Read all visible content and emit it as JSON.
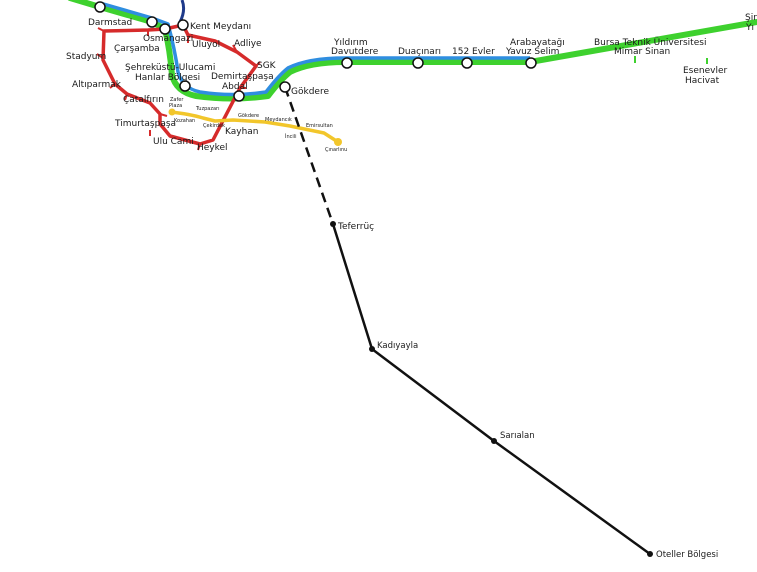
{
  "colors": {
    "green_line": "#3ed12e",
    "blue_line": "#2f8ee0",
    "red_line": "#d62b2b",
    "yellow_line": "#f2c62b",
    "black_line": "#111111",
    "station_fill": "#ffffff",
    "station_stroke": "#111111",
    "top_navy": "#1f3a8a"
  },
  "stations": {
    "darmstad": "Darmstad",
    "kent_meydani": "Kent Meydanı",
    "osmangazi": "Osmangazi",
    "uluyol": "Uluyol",
    "adliye": "Adliye",
    "carsamba": "Çarşamba",
    "stadyum": "Stadyum",
    "sehrekustu_1": "Şehreküstü-Ulucami",
    "sehrekustu_2": "Hanlar Bölgesi",
    "sgk": "SGK",
    "demirtaspasa_1": "Demirtaşpaşa",
    "demirtaspasa_2": "Abdal",
    "altiparmak": "Altıparmak",
    "catalfirin": "Çatalfırın",
    "timurtaspasa": "Timurtaşpaşa",
    "ulu_cami": "Ulu Cami",
    "heykel": "Heykel",
    "kayhan": "Kayhan",
    "gokdere": "Gökdere",
    "yildirim_1": "Yıldırım",
    "yildirim_2": "Davutdere",
    "duacinari": "Duaçınarı",
    "evler_152": "152 Evler",
    "arabayatagi_1": "Arabayatağı",
    "arabayatagi_2": "Yavuz Selim",
    "btu_1": "Bursa Teknik Üniversitesi",
    "btu_2": "Mimar Sinan",
    "esenevler_1": "Esenevler",
    "esenevler_2": "Hacivat",
    "sir_1": "Şir",
    "sir_2": "Yı",
    "teferruc": "Teferrüç",
    "kadiyayla": "Kadıyayla",
    "sarialan": "Sarıalan",
    "oteller": "Oteller Bölgesi",
    "t_zafer_1": "Zafer",
    "t_zafer_2": "Plaza",
    "t_tuzpazari": "Tuzpazarı",
    "t_kozahan": "Kozahan",
    "t_gokdere": "Gökdere",
    "t_cekirdek": "Çekirdek",
    "t_meydancik": "Meydancık",
    "t_emirsultan": "Emirsultan",
    "t_incili": "İncili",
    "t_cinarlinu": "Çınarlınu"
  }
}
